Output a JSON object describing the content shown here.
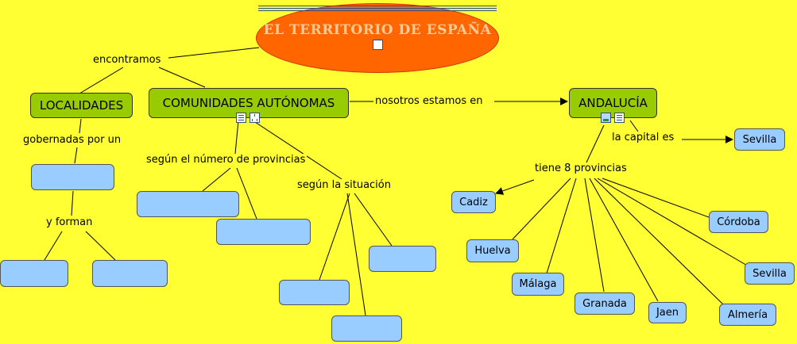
{
  "title": "EL TERRITORIO DE ESPAÑA",
  "nodes": {
    "localidades": "LOCALIDADES",
    "comunidades": "COMUNIDADES AUTÓNOMAS",
    "andalucia": "ANDALUCÍA",
    "sevilla_capital": "Sevilla",
    "cadiz": "Cadiz",
    "huelva": "Huelva",
    "malaga": "Málaga",
    "granada": "Granada",
    "jaen": "Jaen",
    "almeria": "Almería",
    "sevilla": "Sevilla",
    "cordoba": "Córdoba"
  },
  "links": {
    "encontramos": "encontramos",
    "gobernadas": "gobernadas por un",
    "y_forman": "y forman",
    "segun_numero": "según el número de provincias",
    "segun_situacion": "según la situación",
    "nosotros": "nosotros estamos en",
    "capital": "la capital es",
    "tiene": "tiene 8 provincias"
  },
  "icons": [
    "document-icon",
    "tree-icon",
    "image-icon"
  ],
  "colors": {
    "background": "#ffff33",
    "title": "#ff6600",
    "green": "#99cc00",
    "blue": "#99ccff"
  }
}
